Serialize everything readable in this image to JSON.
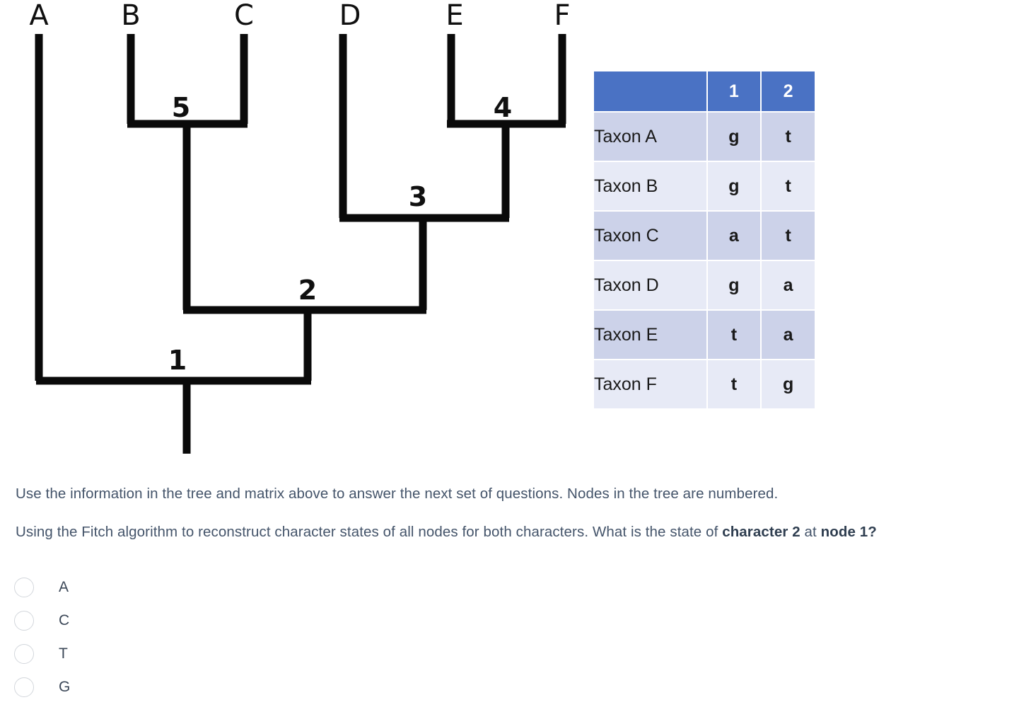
{
  "tree": {
    "leaf_labels": [
      "A",
      "B",
      "C",
      "D",
      "E",
      "F"
    ],
    "node_labels": [
      "1",
      "2",
      "3",
      "4",
      "5"
    ],
    "node_1": "1",
    "node_2": "2",
    "node_3": "3",
    "node_4": "4",
    "node_5": "5",
    "leaf_A": "A",
    "leaf_B": "B",
    "leaf_C": "C",
    "leaf_D": "D",
    "leaf_E": "E",
    "leaf_F": "F"
  },
  "matrix": {
    "header": [
      "",
      "1",
      "2"
    ],
    "col_blank": "",
    "col_1": "1",
    "col_2": "2",
    "rows": [
      {
        "taxon": "Taxon A",
        "c1": "g",
        "c2": "t"
      },
      {
        "taxon": "Taxon B",
        "c1": "g",
        "c2": "t"
      },
      {
        "taxon": "Taxon C",
        "c1": "a",
        "c2": "t"
      },
      {
        "taxon": "Taxon D",
        "c1": "g",
        "c2": "a"
      },
      {
        "taxon": "Taxon E",
        "c1": "t",
        "c2": "a"
      },
      {
        "taxon": "Taxon F",
        "c1": "t",
        "c2": "g"
      }
    ]
  },
  "prompt": {
    "intro": "Use the information in the tree and matrix above to answer the next set of questions. Nodes in the tree are numbered.",
    "question_part1": "Using the Fitch algorithm to reconstruct character states of all nodes for both characters. What is the state of ",
    "question_bold1": "character 2",
    "question_mid": " at ",
    "question_bold2": "node 1?"
  },
  "answers": {
    "options": [
      {
        "label": "A",
        "selected": false
      },
      {
        "label": "C",
        "selected": false
      },
      {
        "label": "T",
        "selected": false
      },
      {
        "label": "G",
        "selected": false
      }
    ],
    "option_0": "A",
    "option_1": "C",
    "option_2": "T",
    "option_3": "G"
  },
  "colors": {
    "header_blue": "#4a72c4",
    "row_odd": "#ccd2e9",
    "row_even": "#e7eaf6",
    "text_slate": "#44546a",
    "branch_black": "#0a0a0a",
    "radio_border": "#d3d7dc"
  }
}
